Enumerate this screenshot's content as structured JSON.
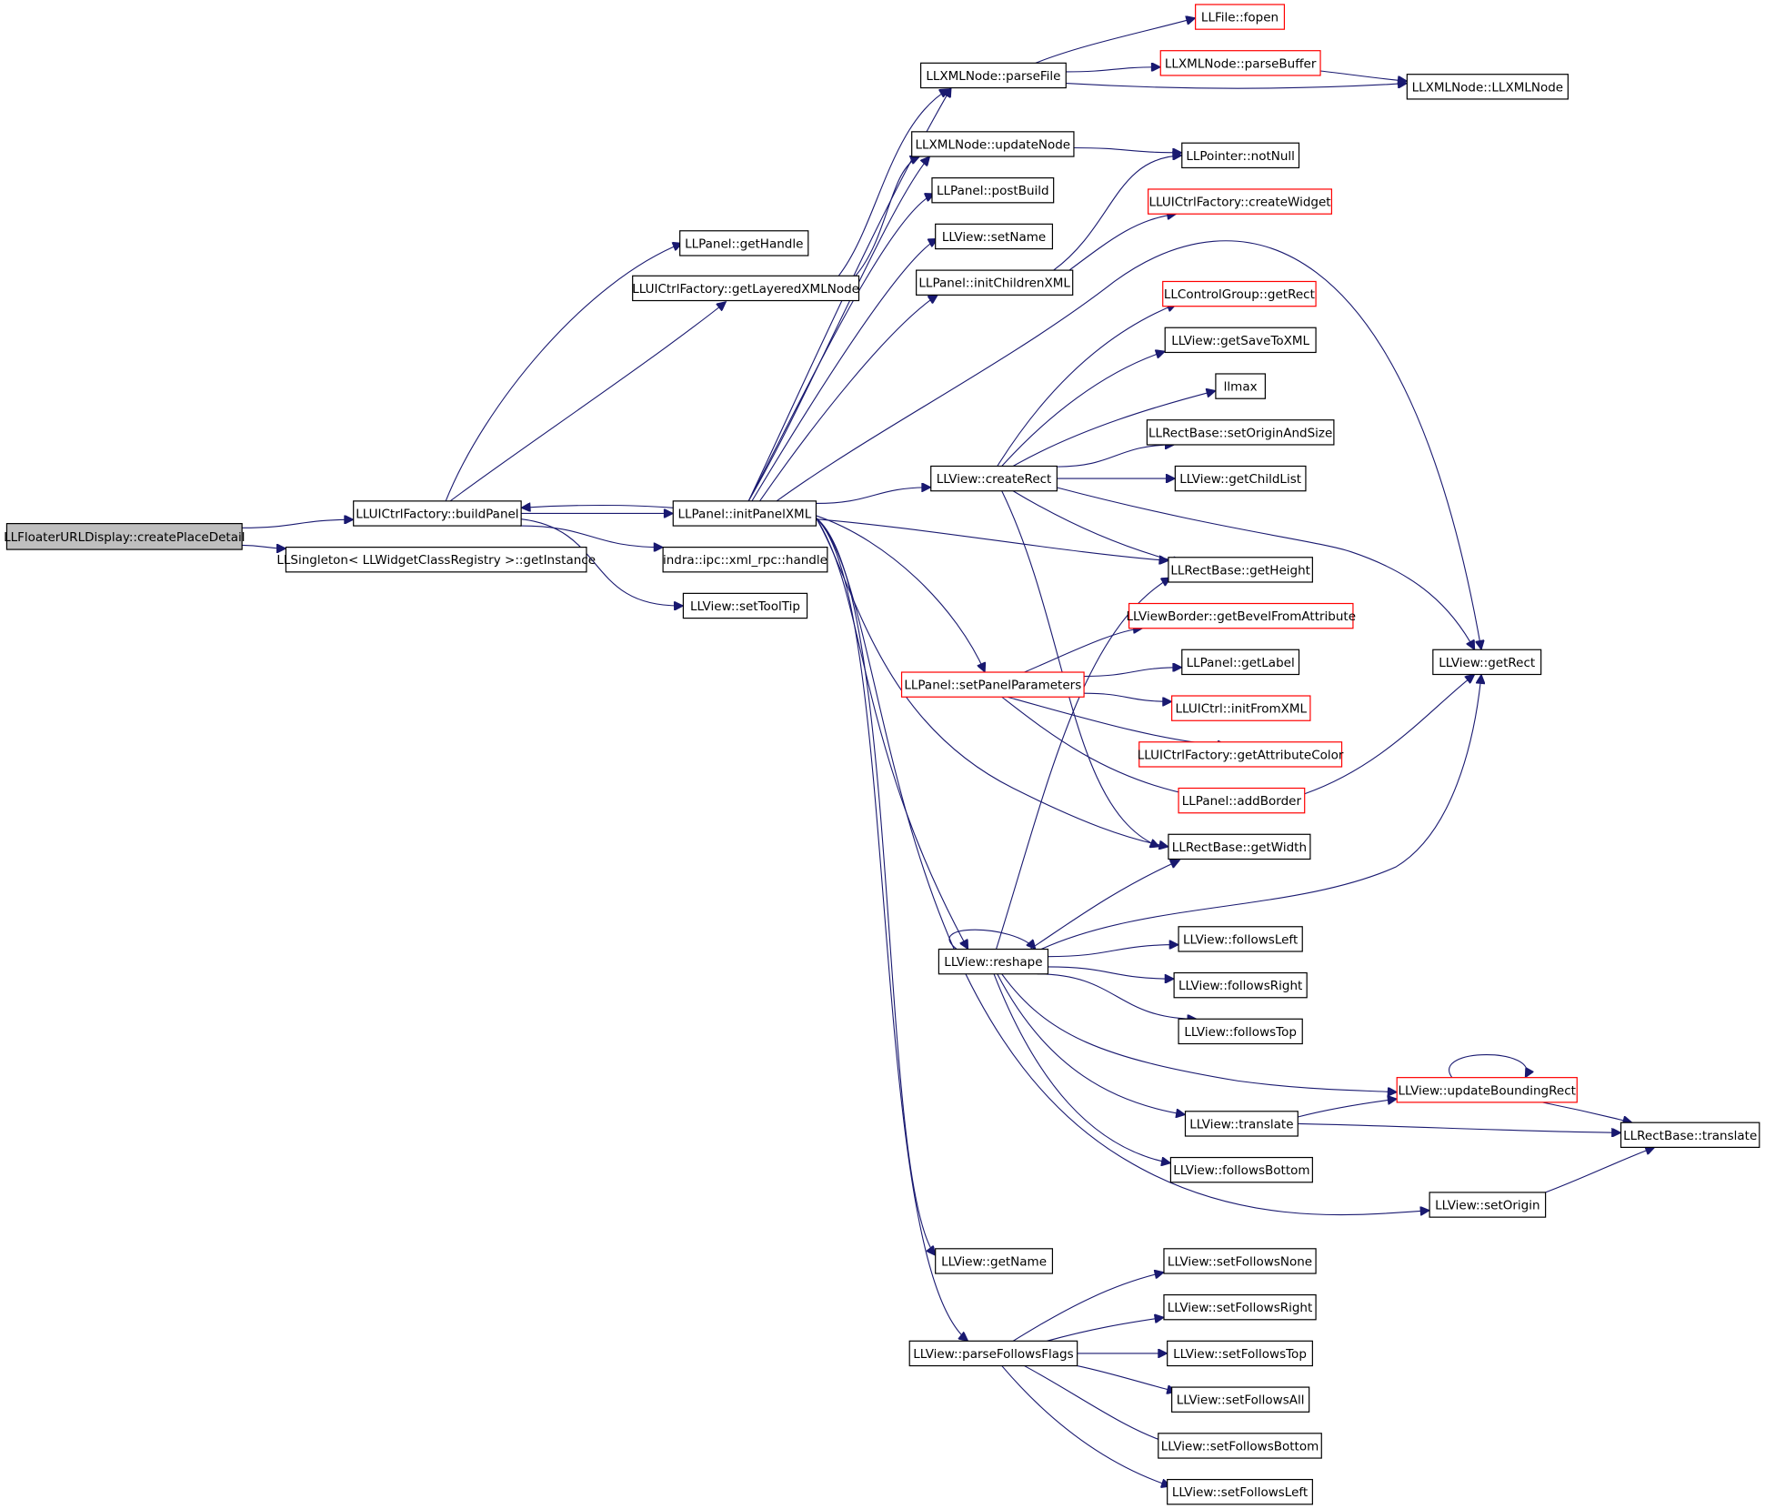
{
  "diagram": {
    "type": "call-graph",
    "colors": {
      "edge": "#191970",
      "root_fill": "#bfbfbf",
      "linked_border": "#000000",
      "unlinked_border": "#ff0000"
    },
    "nodes": [
      {
        "id": "root",
        "label": "LLFloaterURLDisplay::createPlaceDetail",
        "style": "root"
      },
      {
        "id": "buildPanel",
        "label": "LLUICtrlFactory::buildPanel"
      },
      {
        "id": "getInstance",
        "label": "LLSingleton< LLWidgetClassRegistry >::getInstance"
      },
      {
        "id": "getHandle",
        "label": "LLPanel::getHandle"
      },
      {
        "id": "getLayered",
        "label": "LLUICtrlFactory::getLayeredXMLNode"
      },
      {
        "id": "initPanelXML",
        "label": "LLPanel::initPanelXML"
      },
      {
        "id": "xmlrpc",
        "label": "indra::ipc::xml_rpc::handle"
      },
      {
        "id": "setToolTip",
        "label": "LLView::setToolTip"
      },
      {
        "id": "parseFile",
        "label": "LLXMLNode::parseFile"
      },
      {
        "id": "updateNode",
        "label": "LLXMLNode::updateNode"
      },
      {
        "id": "postBuild",
        "label": "LLPanel::postBuild"
      },
      {
        "id": "setName",
        "label": "LLView::setName"
      },
      {
        "id": "initChildrenXML",
        "label": "LLPanel::initChildrenXML"
      },
      {
        "id": "createRect",
        "label": "LLView::createRect"
      },
      {
        "id": "setPanelParameters",
        "label": "LLPanel::setPanelParameters",
        "style": "red"
      },
      {
        "id": "reshape",
        "label": "LLView::reshape"
      },
      {
        "id": "getName",
        "label": "LLView::getName"
      },
      {
        "id": "parseFollowsFlags",
        "label": "LLView::parseFollowsFlags"
      },
      {
        "id": "fopen",
        "label": "LLFile::fopen",
        "style": "red"
      },
      {
        "id": "parseBuffer",
        "label": "LLXMLNode::parseBuffer",
        "style": "red"
      },
      {
        "id": "xmlnodeCtor",
        "label": "LLXMLNode::LLXMLNode"
      },
      {
        "id": "notNull",
        "label": "LLPointer::notNull"
      },
      {
        "id": "createWidget",
        "label": "LLUICtrlFactory::createWidget",
        "style": "red"
      },
      {
        "id": "cgGetRect",
        "label": "LLControlGroup::getRect",
        "style": "red"
      },
      {
        "id": "getSaveToXML",
        "label": "LLView::getSaveToXML"
      },
      {
        "id": "llmax",
        "label": "llmax"
      },
      {
        "id": "setOriginAndSize",
        "label": "LLRectBase::setOriginAndSize"
      },
      {
        "id": "getChildList",
        "label": "LLView::getChildList"
      },
      {
        "id": "getHeight",
        "label": "LLRectBase::getHeight"
      },
      {
        "id": "getBevel",
        "label": "LLViewBorder::getBevelFromAttribute",
        "style": "red"
      },
      {
        "id": "getLabel",
        "label": "LLPanel::getLabel"
      },
      {
        "id": "initFromXML",
        "label": "LLUICtrl::initFromXML",
        "style": "red"
      },
      {
        "id": "getAttrColor",
        "label": "LLUICtrlFactory::getAttributeColor",
        "style": "red"
      },
      {
        "id": "addBorder",
        "label": "LLPanel::addBorder",
        "style": "red"
      },
      {
        "id": "getWidth",
        "label": "LLRectBase::getWidth"
      },
      {
        "id": "getRect",
        "label": "LLView::getRect"
      },
      {
        "id": "followsLeft",
        "label": "LLView::followsLeft"
      },
      {
        "id": "followsRight",
        "label": "LLView::followsRight"
      },
      {
        "id": "followsTop",
        "label": "LLView::followsTop"
      },
      {
        "id": "updateBoundingRect",
        "label": "LLView::updateBoundingRect",
        "style": "red"
      },
      {
        "id": "vtranslate",
        "label": "LLView::translate"
      },
      {
        "id": "rtranslate",
        "label": "LLRectBase::translate"
      },
      {
        "id": "followsBottom",
        "label": "LLView::followsBottom"
      },
      {
        "id": "setOrigin",
        "label": "LLView::setOrigin"
      },
      {
        "id": "setFollowsNone",
        "label": "LLView::setFollowsNone"
      },
      {
        "id": "setFollowsRight",
        "label": "LLView::setFollowsRight"
      },
      {
        "id": "setFollowsTop",
        "label": "LLView::setFollowsTop"
      },
      {
        "id": "setFollowsAll",
        "label": "LLView::setFollowsAll"
      },
      {
        "id": "setFollowsBottom",
        "label": "LLView::setFollowsBottom"
      },
      {
        "id": "setFollowsLeft",
        "label": "LLView::setFollowsLeft"
      }
    ],
    "edges": [
      [
        "root",
        "buildPanel"
      ],
      [
        "root",
        "getInstance"
      ],
      [
        "buildPanel",
        "getHandle"
      ],
      [
        "buildPanel",
        "getLayered"
      ],
      [
        "buildPanel",
        "initPanelXML"
      ],
      [
        "buildPanel",
        "xmlrpc"
      ],
      [
        "buildPanel",
        "setToolTip"
      ],
      [
        "getLayered",
        "parseFile"
      ],
      [
        "getLayered",
        "updateNode"
      ],
      [
        "parseFile",
        "fopen"
      ],
      [
        "parseFile",
        "parseBuffer"
      ],
      [
        "parseFile",
        "xmlnodeCtor"
      ],
      [
        "parseBuffer",
        "xmlnodeCtor"
      ],
      [
        "updateNode",
        "notNull"
      ],
      [
        "initPanelXML",
        "buildPanel"
      ],
      [
        "initPanelXML",
        "parseFile"
      ],
      [
        "initPanelXML",
        "updateNode"
      ],
      [
        "initPanelXML",
        "postBuild"
      ],
      [
        "initPanelXML",
        "setName"
      ],
      [
        "initPanelXML",
        "initChildrenXML"
      ],
      [
        "initPanelXML",
        "getRect"
      ],
      [
        "initPanelXML",
        "createRect"
      ],
      [
        "initPanelXML",
        "getHeight"
      ],
      [
        "initPanelXML",
        "setPanelParameters"
      ],
      [
        "initPanelXML",
        "getWidth"
      ],
      [
        "initPanelXML",
        "reshape"
      ],
      [
        "initPanelXML",
        "setOrigin"
      ],
      [
        "initPanelXML",
        "getName"
      ],
      [
        "initPanelXML",
        "parseFollowsFlags"
      ],
      [
        "initChildrenXML",
        "notNull"
      ],
      [
        "initChildrenXML",
        "createWidget"
      ],
      [
        "createRect",
        "cgGetRect"
      ],
      [
        "createRect",
        "getSaveToXML"
      ],
      [
        "createRect",
        "llmax"
      ],
      [
        "createRect",
        "setOriginAndSize"
      ],
      [
        "createRect",
        "getChildList"
      ],
      [
        "createRect",
        "getHeight"
      ],
      [
        "createRect",
        "getWidth"
      ],
      [
        "createRect",
        "getRect"
      ],
      [
        "setPanelParameters",
        "getBevel"
      ],
      [
        "setPanelParameters",
        "getLabel"
      ],
      [
        "setPanelParameters",
        "initFromXML"
      ],
      [
        "setPanelParameters",
        "getAttrColor"
      ],
      [
        "setPanelParameters",
        "addBorder"
      ],
      [
        "addBorder",
        "getRect"
      ],
      [
        "reshape",
        "reshape"
      ],
      [
        "reshape",
        "getHeight"
      ],
      [
        "reshape",
        "getWidth"
      ],
      [
        "reshape",
        "getRect"
      ],
      [
        "reshape",
        "followsLeft"
      ],
      [
        "reshape",
        "followsRight"
      ],
      [
        "reshape",
        "followsTop"
      ],
      [
        "reshape",
        "updateBoundingRect"
      ],
      [
        "reshape",
        "vtranslate"
      ],
      [
        "reshape",
        "followsBottom"
      ],
      [
        "vtranslate",
        "updateBoundingRect"
      ],
      [
        "vtranslate",
        "rtranslate"
      ],
      [
        "updateBoundingRect",
        "updateBoundingRect"
      ],
      [
        "updateBoundingRect",
        "rtranslate"
      ],
      [
        "setOrigin",
        "rtranslate"
      ],
      [
        "parseFollowsFlags",
        "setFollowsNone"
      ],
      [
        "parseFollowsFlags",
        "setFollowsRight"
      ],
      [
        "parseFollowsFlags",
        "setFollowsTop"
      ],
      [
        "parseFollowsFlags",
        "setFollowsAll"
      ],
      [
        "parseFollowsFlags",
        "setFollowsBottom"
      ],
      [
        "parseFollowsFlags",
        "setFollowsLeft"
      ]
    ]
  }
}
